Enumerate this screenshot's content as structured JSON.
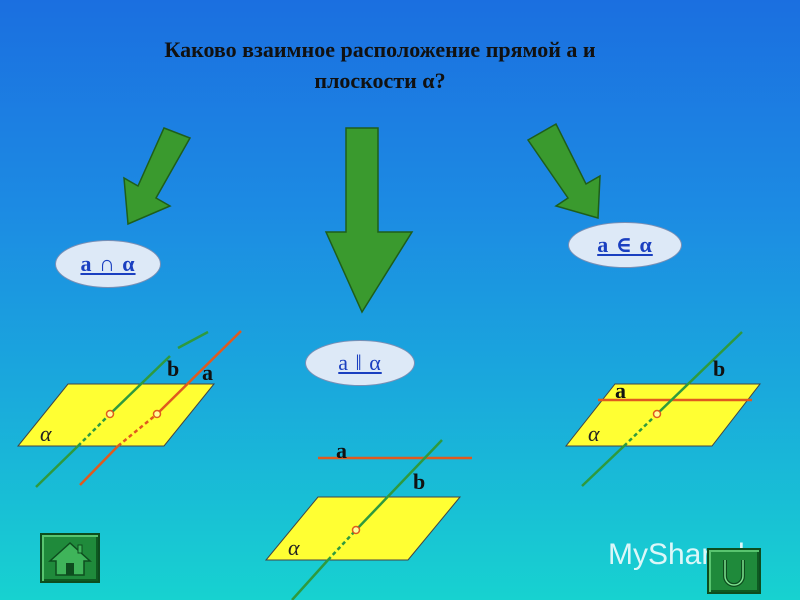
{
  "title": {
    "line1": "Каково взаимное расположение прямой а и",
    "line2": "плоскости α?"
  },
  "ovals": {
    "intersect": "a ∩ α",
    "parallel": "a ‖ α",
    "belongs": "a ∈ α"
  },
  "labels": {
    "b": "b",
    "a": "a",
    "alpha": "α"
  },
  "watermark": "MyShared",
  "colors": {
    "arrow": "#3a9a2e",
    "plane": "#ffff33",
    "line_b": "#2e9a3e",
    "line_a": "#e05a1e",
    "point": "#f07020"
  }
}
